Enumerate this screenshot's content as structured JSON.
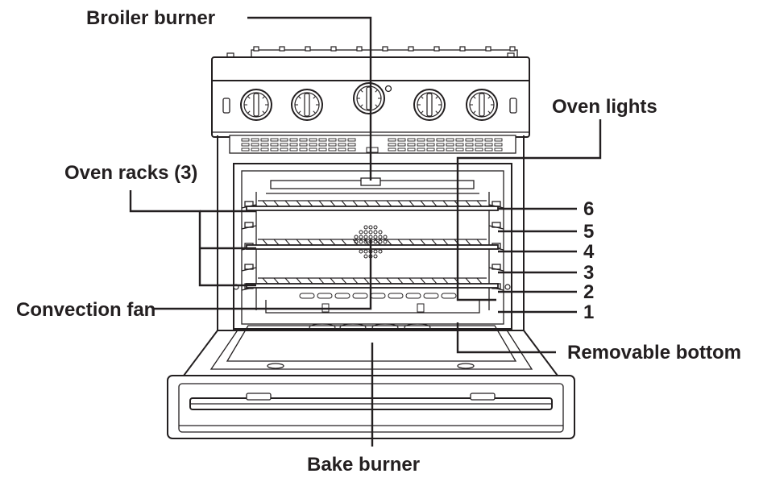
{
  "labels": {
    "broiler_burner": "Broiler burner",
    "oven_lights": "Oven lights",
    "oven_racks": "Oven racks (3)",
    "convection_fan": "Convection fan",
    "removable_bottom": "Removable bottom",
    "bake_burner": "Bake burner"
  },
  "rack_positions": [
    "6",
    "5",
    "4",
    "3",
    "2",
    "1"
  ],
  "colors": {
    "line": "#231f20",
    "background": "#ffffff"
  }
}
